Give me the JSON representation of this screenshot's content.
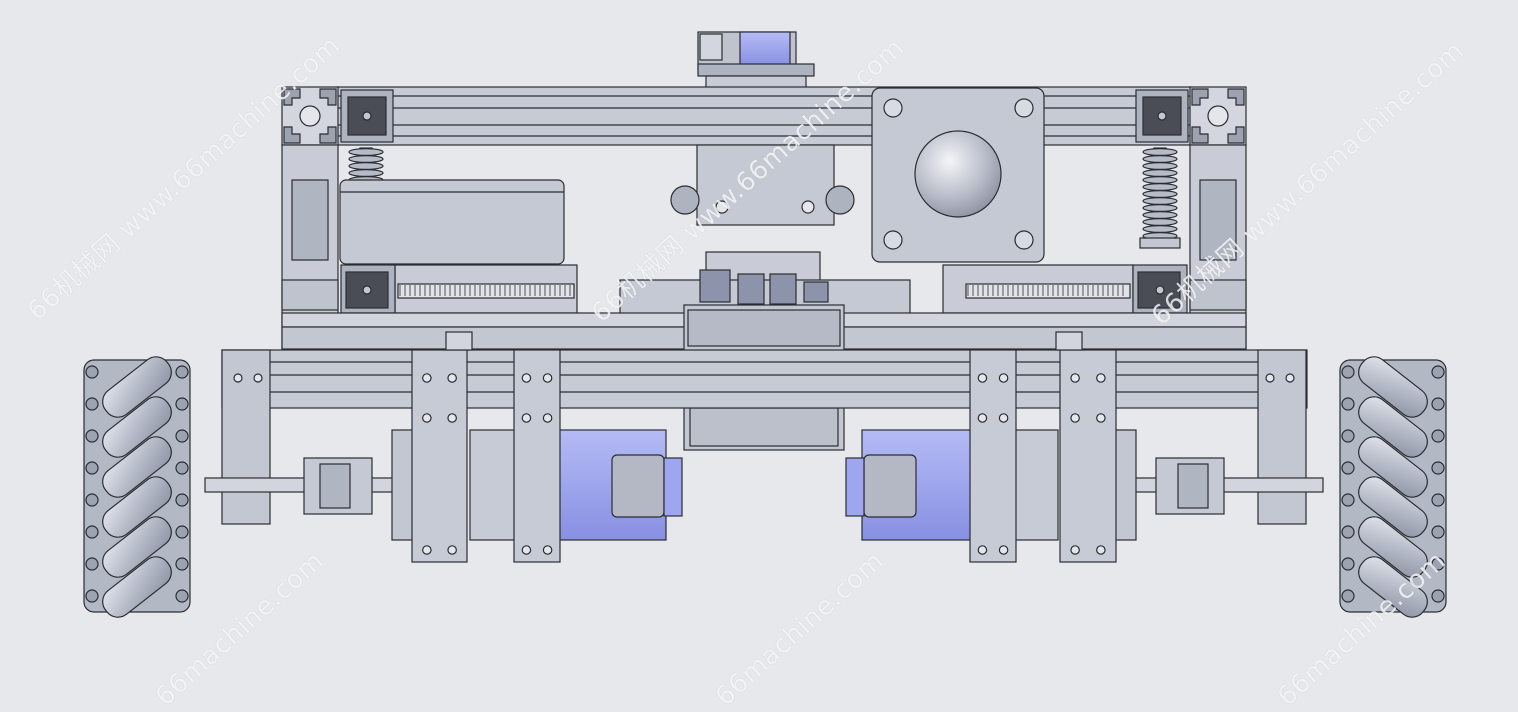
{
  "scene": {
    "subject": "mecanum-wheel-robot-chassis-cad-front-view"
  },
  "colors": {
    "background": "#e6e8ec",
    "part_fill": "#c3c7d2",
    "part_light": "#d6d9e2",
    "part_dark": "#9da2b1",
    "outline": "#2b2d33",
    "motor_blue": "#9ea6f0",
    "watermark": "#ffffff"
  },
  "watermarks": [
    {
      "text": "66机械网 www.66machine.com"
    },
    {
      "text": "66机械网 www.66machine.com"
    },
    {
      "text": "66机械网 www.66machine.com"
    },
    {
      "text": "66machine.com"
    },
    {
      "text": "66machine.com"
    },
    {
      "text": "66machine.com"
    }
  ]
}
